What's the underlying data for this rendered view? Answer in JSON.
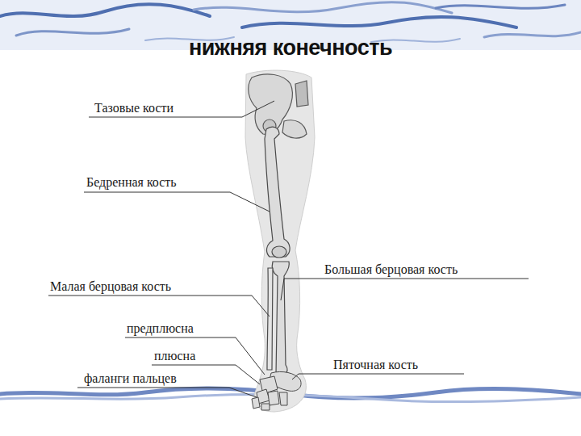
{
  "diagram": {
    "title": "нижняя конечность",
    "labels": [
      "Тазовые кости",
      "Бедренная кость",
      "Большая берцовая кость",
      "Малая берцовая кость",
      "предплюсна",
      "плюсна",
      "Пяточная кость",
      "фаланги пальцев"
    ]
  }
}
